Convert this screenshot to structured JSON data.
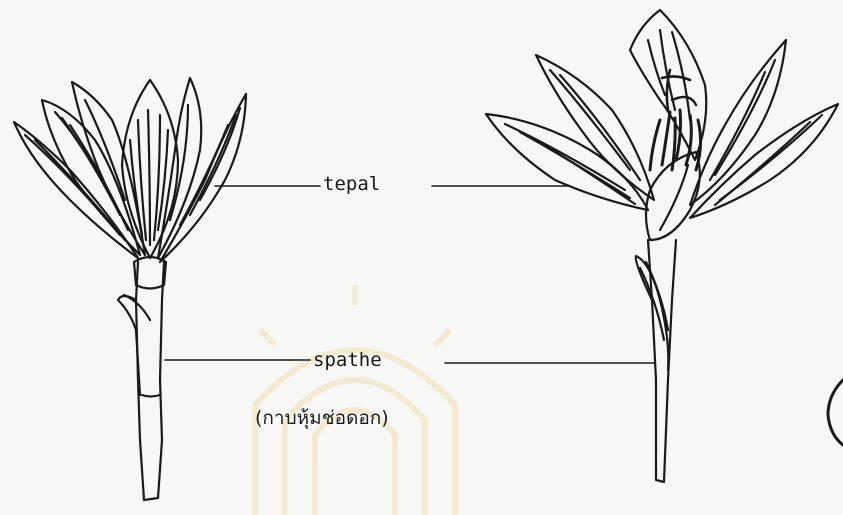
{
  "labels": {
    "tepal": "tepal",
    "spathe": "spathe",
    "spathe_thai": "(กาบหุ้มช่อดอก)"
  },
  "colors": {
    "ink": "#1a1a1a",
    "paper": "#f7f7f5",
    "watermark": "#e8b23a"
  }
}
